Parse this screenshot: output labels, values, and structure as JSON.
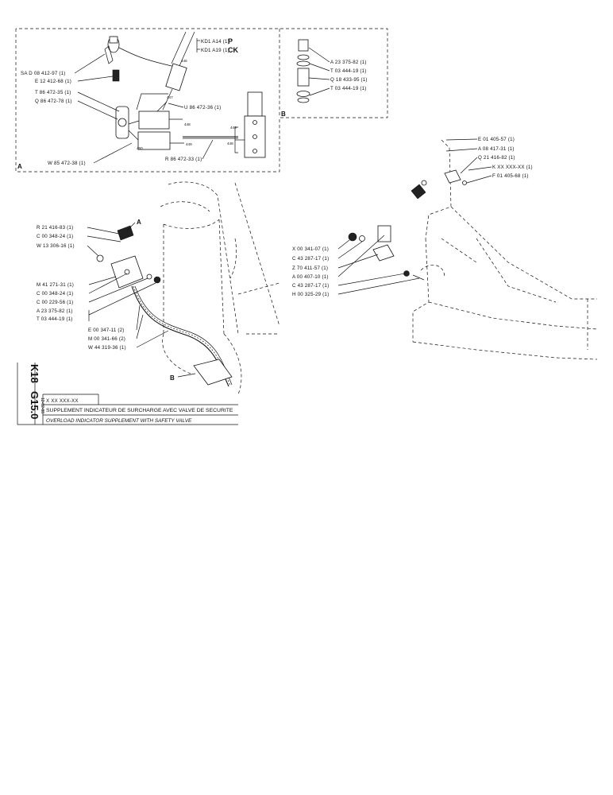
{
  "detail_a": {
    "section_label": "A",
    "ref_p": "KD1 A14 (1)",
    "ref_p_suffix": "P",
    "ref_ck": "KD1 A19 (1)",
    "ref_ck_suffix": "CK",
    "labels": [
      "SA  D 08 412-97 (1)",
      "E 12 412-68 (1)",
      "T 86 472-35 (1)",
      "Q 86 472-78 (1)",
      "U 86 472-36 (1)",
      "W 85 472-38 (1)",
      "R 86 472-33 (1)"
    ],
    "wire_numbers": [
      "446",
      "447",
      "448",
      "449",
      "450",
      "448",
      "449"
    ]
  },
  "detail_b": {
    "section_label": "B",
    "labels": [
      "A 23 375-82 (1)",
      "T 03 444-19 (1)",
      "Q 18 433-95 (1)",
      "T 03 444-19 (1)"
    ]
  },
  "main_left": {
    "callout_a": "A",
    "callout_b": "B",
    "labels": [
      "R 21 416-83 (1)",
      "C 00 348-24 (1)",
      "W 13 306-16 (1)",
      "M 41 271-31 (1)",
      "C 00 348-24 (1)",
      "C 00 229-56 (1)",
      "A 23 375-82 (1)",
      "T 03 444-19 (1)",
      "E 00 347-11 (2)",
      "M 00 341-66 (2)",
      "W 44 319-36 (1)"
    ]
  },
  "main_right": {
    "labels_top": [
      "E 01 405-57 (1)",
      "A 08 417-31 (1)",
      "Q 21 416-82 (1)",
      "K XX XXX-XX (1)",
      "F 01 405-68 (1)"
    ],
    "labels_left": [
      "X 00 341-07 (1)",
      "C 43 287-17 (1)",
      "Z 70 411-57 (1)",
      "A 00 407-10 (1)",
      "C 43 287-17 (1)",
      "H 00 325-29 (1)"
    ]
  },
  "title_block": {
    "code_line1": "K18",
    "code_line2": "G15.0",
    "date": "12-02-88",
    "ref": "X XX XXX-XX",
    "title_fr": "SUPPLEMENT INDICATEUR DE SURCHARGE AVEC VALVE DE SECURITE",
    "title_en": "OVERLOAD INDICATOR SUPPLEMENT WITH SAFETY VALVE"
  }
}
